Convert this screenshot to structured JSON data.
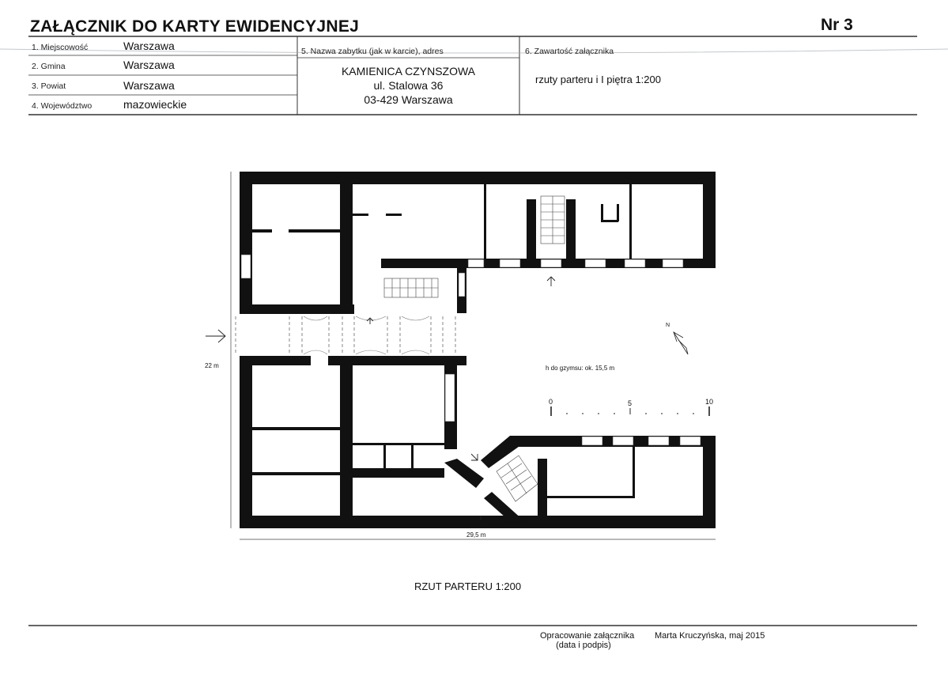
{
  "header": {
    "title": "ZAŁĄCZNIK DO KARTY EWIDENCYJNEJ",
    "number": "Nr 3"
  },
  "form": {
    "fields": [
      {
        "label": "1. Miejscowość",
        "value": "Warszawa"
      },
      {
        "label": "2. Gmina",
        "value": "Warszawa"
      },
      {
        "label": "3. Powiat",
        "value": "Warszawa"
      },
      {
        "label": "4. Województwo",
        "value": "mazowieckie"
      }
    ],
    "monument": {
      "label": "5. Nazwa zabytku (jak w karcie), adres",
      "name": "KAMIENICA CZYNSZOWA",
      "street": "ul. Stalowa 36",
      "city": "03-429 Warszawa"
    },
    "contents": {
      "label": "6. Zawartość załącznika",
      "value": "rzuty parteru i I piętra 1:200"
    }
  },
  "plan": {
    "height_note": "h do gzymsu: ok. 15,5 m",
    "dim_vertical": "22 m",
    "dim_horizontal": "29,5 m",
    "scale_ticks": [
      "0",
      "5",
      "10"
    ],
    "north_label": "N",
    "caption": "RZUT PARTERU 1:200"
  },
  "footer": {
    "prepared_label": "Opracowanie załącznika",
    "prepared_sub": "(data i podpis)",
    "author": "Marta Kruczyńska, maj 2015"
  }
}
